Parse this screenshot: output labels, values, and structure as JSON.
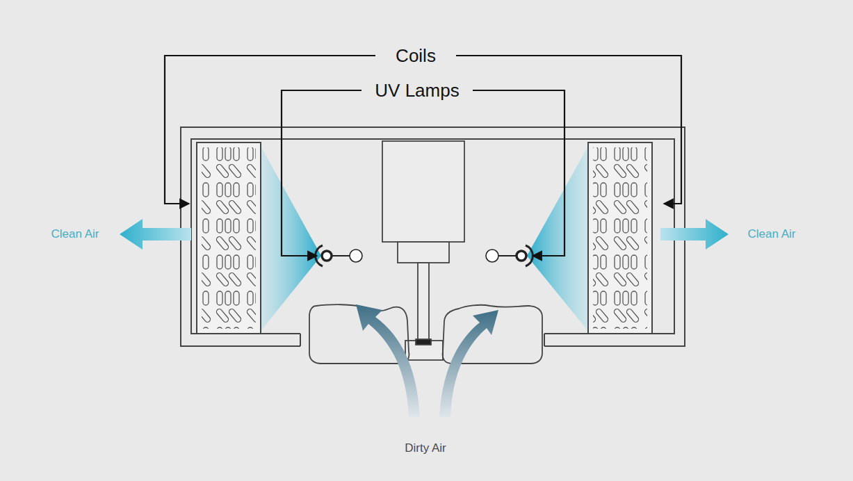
{
  "diagram": {
    "labels": [
      "Coils",
      "UV Lamps",
      "Clean Air",
      "Clean Air",
      "Dirty Air"
    ]
  }
}
